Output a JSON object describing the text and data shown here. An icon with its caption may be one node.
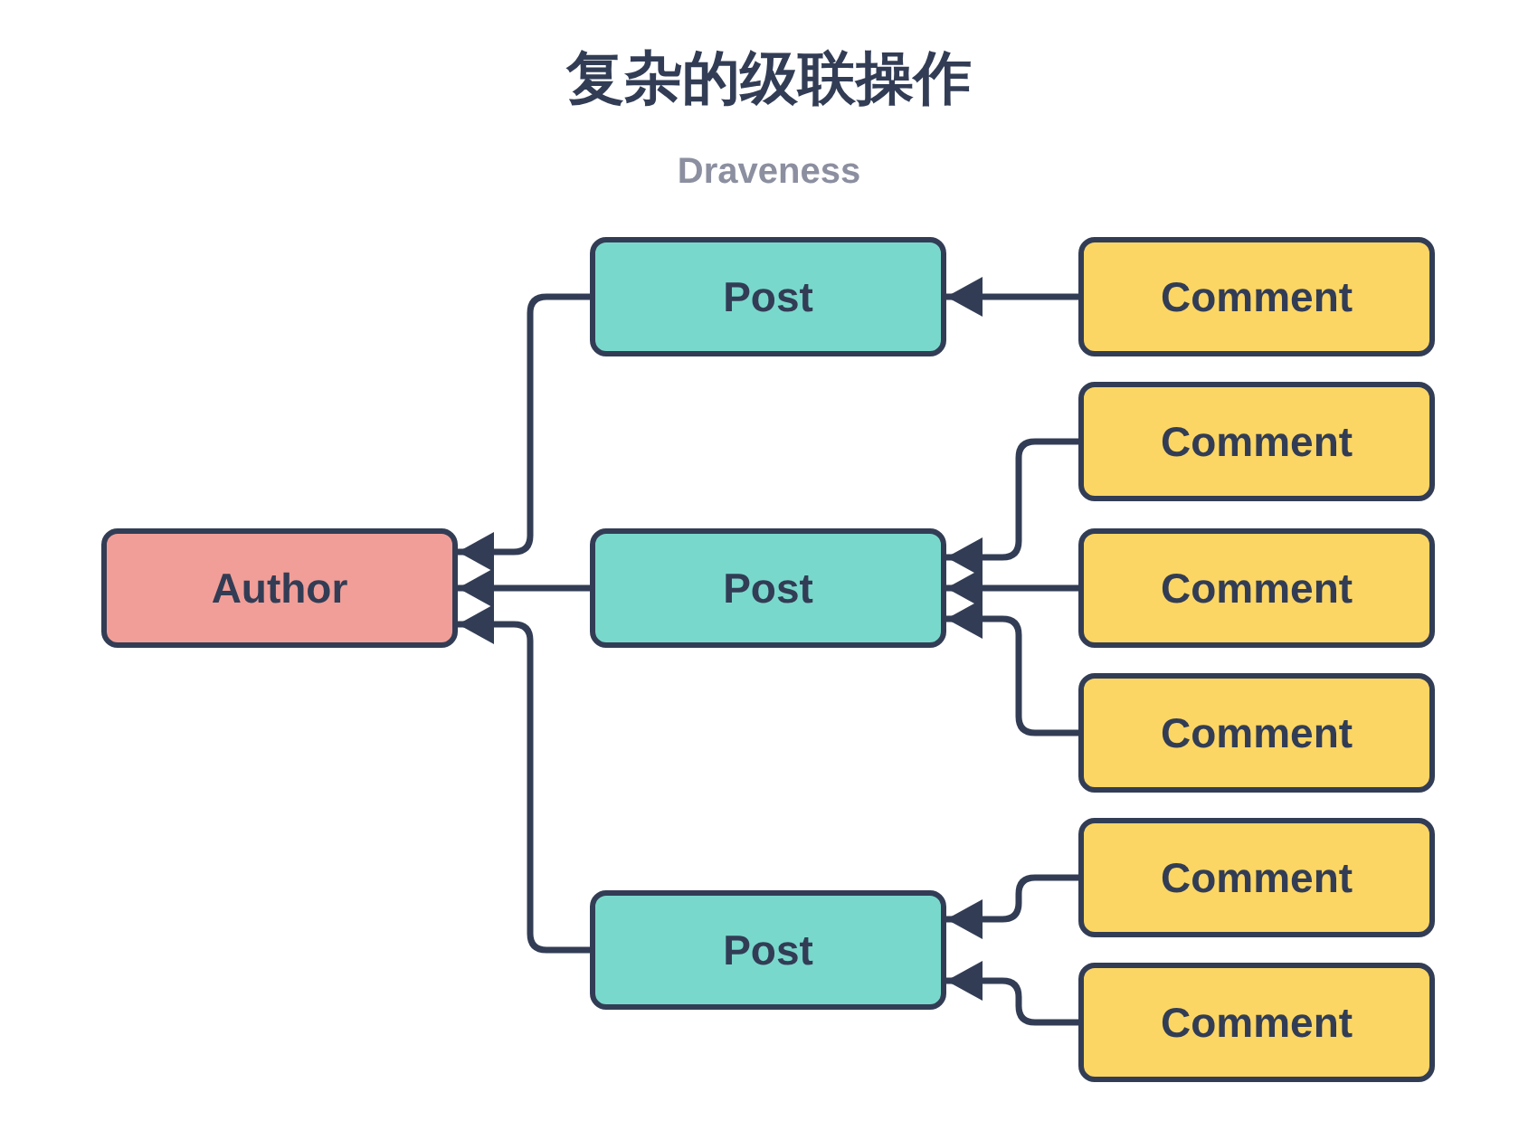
{
  "diagram": {
    "title": "复杂的级联操作",
    "nodes": [
      {
        "text": [
          "Author"
        ]
      },
      {
        "text": [
          "Post"
        ]
      },
      {
        "text": [
          "Post"
        ]
      },
      {
        "text": [
          "Post"
        ]
      },
      {
        "text": [
          "Comment"
        ]
      },
      {
        "text": [
          "Comment"
        ]
      },
      {
        "text": [
          "Comment"
        ]
      },
      {
        "text": [
          "Comment"
        ]
      },
      {
        "text": [
          "Comment"
        ]
      },
      {
        "text": [
          "Comment"
        ]
      }
    ],
    "edges": [
      {
        "from": 1,
        "to": 0,
        "arrow": "to"
      },
      {
        "from": 2,
        "to": 0,
        "arrow": "to"
      },
      {
        "from": 3,
        "to": 0,
        "arrow": "to"
      },
      {
        "from": 4,
        "to": 1,
        "arrow": "to"
      },
      {
        "from": 5,
        "to": 2,
        "arrow": "to"
      },
      {
        "from": 6,
        "to": 2,
        "arrow": "to"
      },
      {
        "from": 7,
        "to": 2,
        "arrow": "to"
      },
      {
        "from": 8,
        "to": 3,
        "arrow": "to"
      },
      {
        "from": 9,
        "to": 3,
        "arrow": "to"
      }
    ],
    "labels": [
      "Draveness"
    ]
  }
}
